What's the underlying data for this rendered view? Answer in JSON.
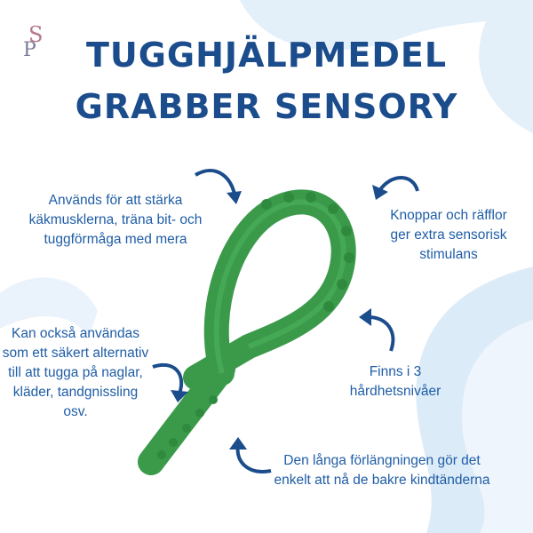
{
  "logo": {
    "letters": "SP"
  },
  "title": {
    "line1": "TUGGHJÄLPMEDEL",
    "line2": "GRABBER SENSORY"
  },
  "notes": [
    "Används för att stärka käkmusklerna, träna bit- och tuggförmåga med mera",
    "Knoppar och räfflor ger extra sensorisk stimulans",
    "Kan också användas som ett säkert alternativ till att tugga på naglar, kläder, tandgnissling osv.",
    "Finns i 3 hårdhetsnivåer",
    "Den långa förlängningen gör det enkelt att nå de bakre kindtänderna"
  ],
  "colors": {
    "title": "#1b4c8c",
    "text": "#1f5da6",
    "product": "#3a9a4a",
    "wave": "#dcebf8"
  }
}
